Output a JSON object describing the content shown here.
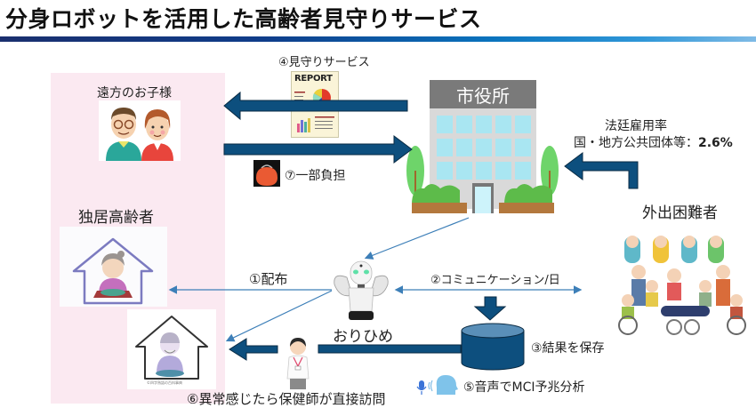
{
  "title": "分身ロボットを活用した高齢者見守りサービス",
  "colors": {
    "arrow_fill": "#0d4f7e",
    "arrow_stroke": "#0a2b44",
    "thin_arrow": "#3d7fb8",
    "pink_panel": "#fbe9f1"
  },
  "nodes": {
    "children": {
      "label": "遠方のお子様"
    },
    "elderly": {
      "label": "独居高齢者"
    },
    "city_hall": {
      "sign": "市役所"
    },
    "robot": {
      "label": "おりひめ"
    },
    "disabled": {
      "label": "外出困難者"
    },
    "report": {
      "heading": "REPORT"
    },
    "house_caption": "©四字熟語の百科事典"
  },
  "steps": {
    "s1": "①配布",
    "s2": "②コミュニケーション/日",
    "s3": "③結果を保存",
    "s4": "④見守りサービス",
    "s5": "⑤音声でMCI予兆分析",
    "s6": "⑥異常感じたら保健師が直接訪問",
    "s7": "⑦一部負担"
  },
  "employment": {
    "line1": "法廷雇用率",
    "line2_prefix": "国・地方公共団体等：",
    "rate": "2.6%"
  }
}
